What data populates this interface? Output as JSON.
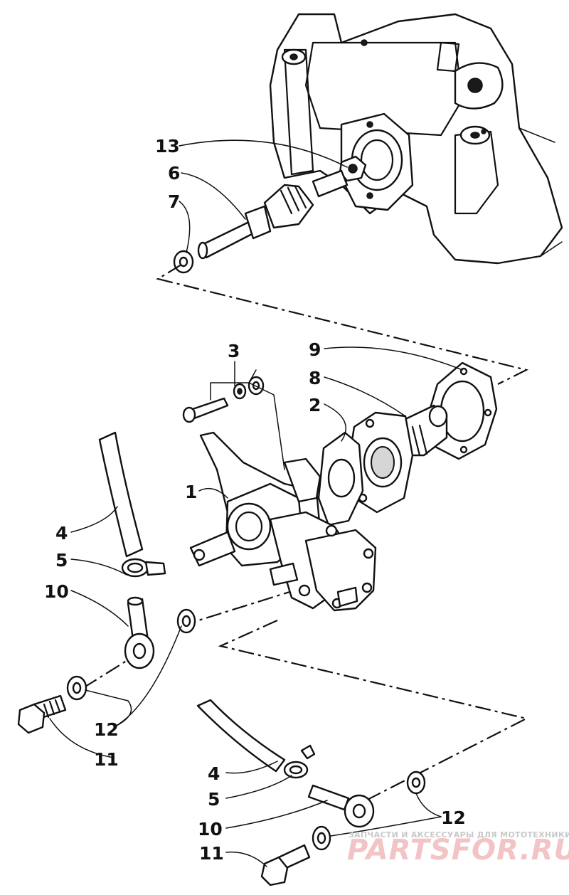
{
  "callouts": {
    "c13": "13",
    "c6": "6",
    "c7": "7",
    "c3": "3",
    "c9": "9",
    "c8": "8",
    "c2": "2",
    "c1": "1",
    "c4a": "4",
    "c5a": "5",
    "c10a": "10",
    "c12a": "12",
    "c11a": "11",
    "c4b": "4",
    "c5b": "5",
    "c10b": "10",
    "c11b": "11",
    "c12b": "12"
  },
  "watermark": {
    "subtitle": "ЗАПЧАСТИ И АКСЕССУАРЫ ДЛЯ МОТОТЕХНИКИ",
    "brand": "PARTSFOR.RU"
  }
}
